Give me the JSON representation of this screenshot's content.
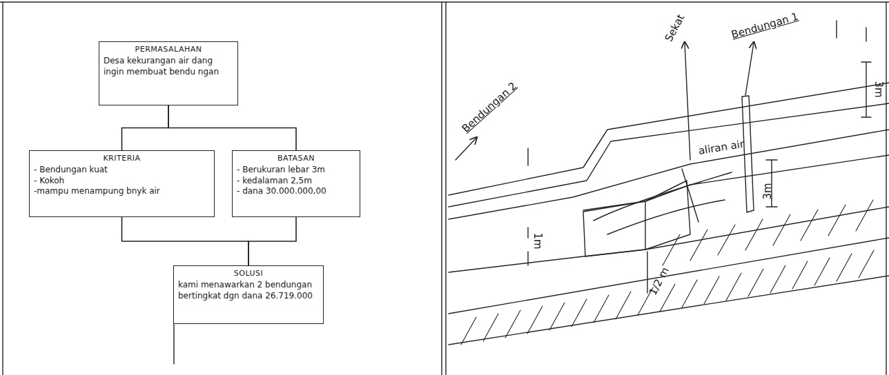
{
  "diagram": {
    "nodes": [
      {
        "text": [
          "PERMASALAHAN",
          "Desa kekurangan air dang ingin membuat bendu ngan"
        ]
      },
      {
        "text": [
          "KRITERIA",
          "- Bendungan kuat",
          "- Kokoh",
          "-mampu menampung bnyk air"
        ]
      },
      {
        "text": [
          "BATASAN",
          "- Berukuran lebar 3m",
          "- kedalaman 2,5m",
          "- dana 30.000.000,00"
        ]
      },
      {
        "text": [
          "SOLUSI",
          "kami menawarkan 2 bendungan bertingkat dgn dana 26.719.000"
        ]
      }
    ],
    "edges": [
      {
        "from": 0,
        "to": 1,
        "arrow": "none"
      },
      {
        "from": 0,
        "to": 2,
        "arrow": "none"
      },
      {
        "from": 1,
        "to": 3,
        "arrow": "none"
      },
      {
        "from": 2,
        "to": 3,
        "arrow": "none"
      }
    ],
    "labels": [
      "Bendungan 2",
      "Sekat",
      "Bendungan 1",
      "aliran air",
      "3m",
      "3m",
      "1m",
      "1/2 m"
    ]
  }
}
